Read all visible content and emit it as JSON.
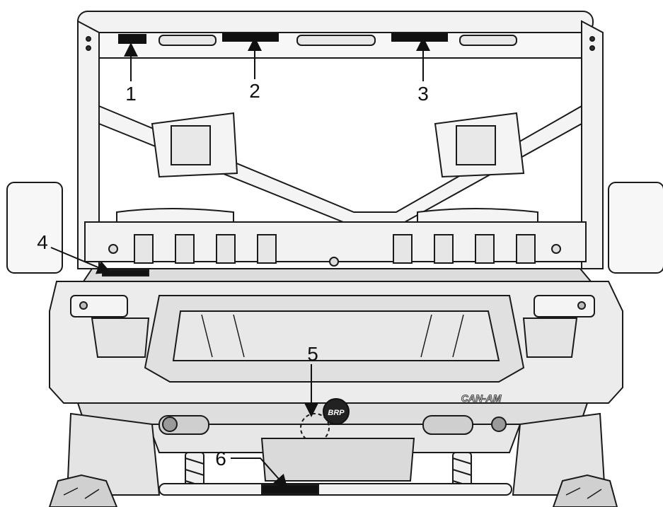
{
  "diagram": {
    "callouts": [
      {
        "id": "1",
        "label": "1"
      },
      {
        "id": "2",
        "label": "2"
      },
      {
        "id": "3",
        "label": "3"
      },
      {
        "id": "4",
        "label": "4"
      },
      {
        "id": "5",
        "label": "5"
      },
      {
        "id": "6",
        "label": "6"
      }
    ],
    "logo_text": "BRP",
    "brand_text": "CAN-AM"
  },
  "colors": {
    "line": "#1a1a1a",
    "body_fill": "#e9e9e9",
    "body_dark": "#bdbdbd",
    "label_fill": "#111111",
    "background": "#ffffff"
  }
}
